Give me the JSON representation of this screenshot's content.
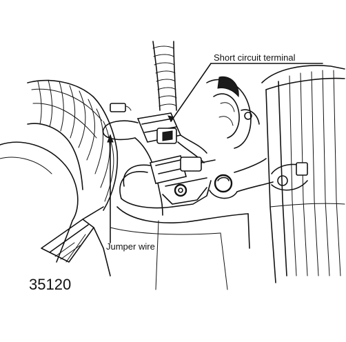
{
  "labels": {
    "short_circuit_terminal": "Short circuit terminal",
    "jumper_wire": "Jumper wire",
    "figure_number": "35120"
  }
}
